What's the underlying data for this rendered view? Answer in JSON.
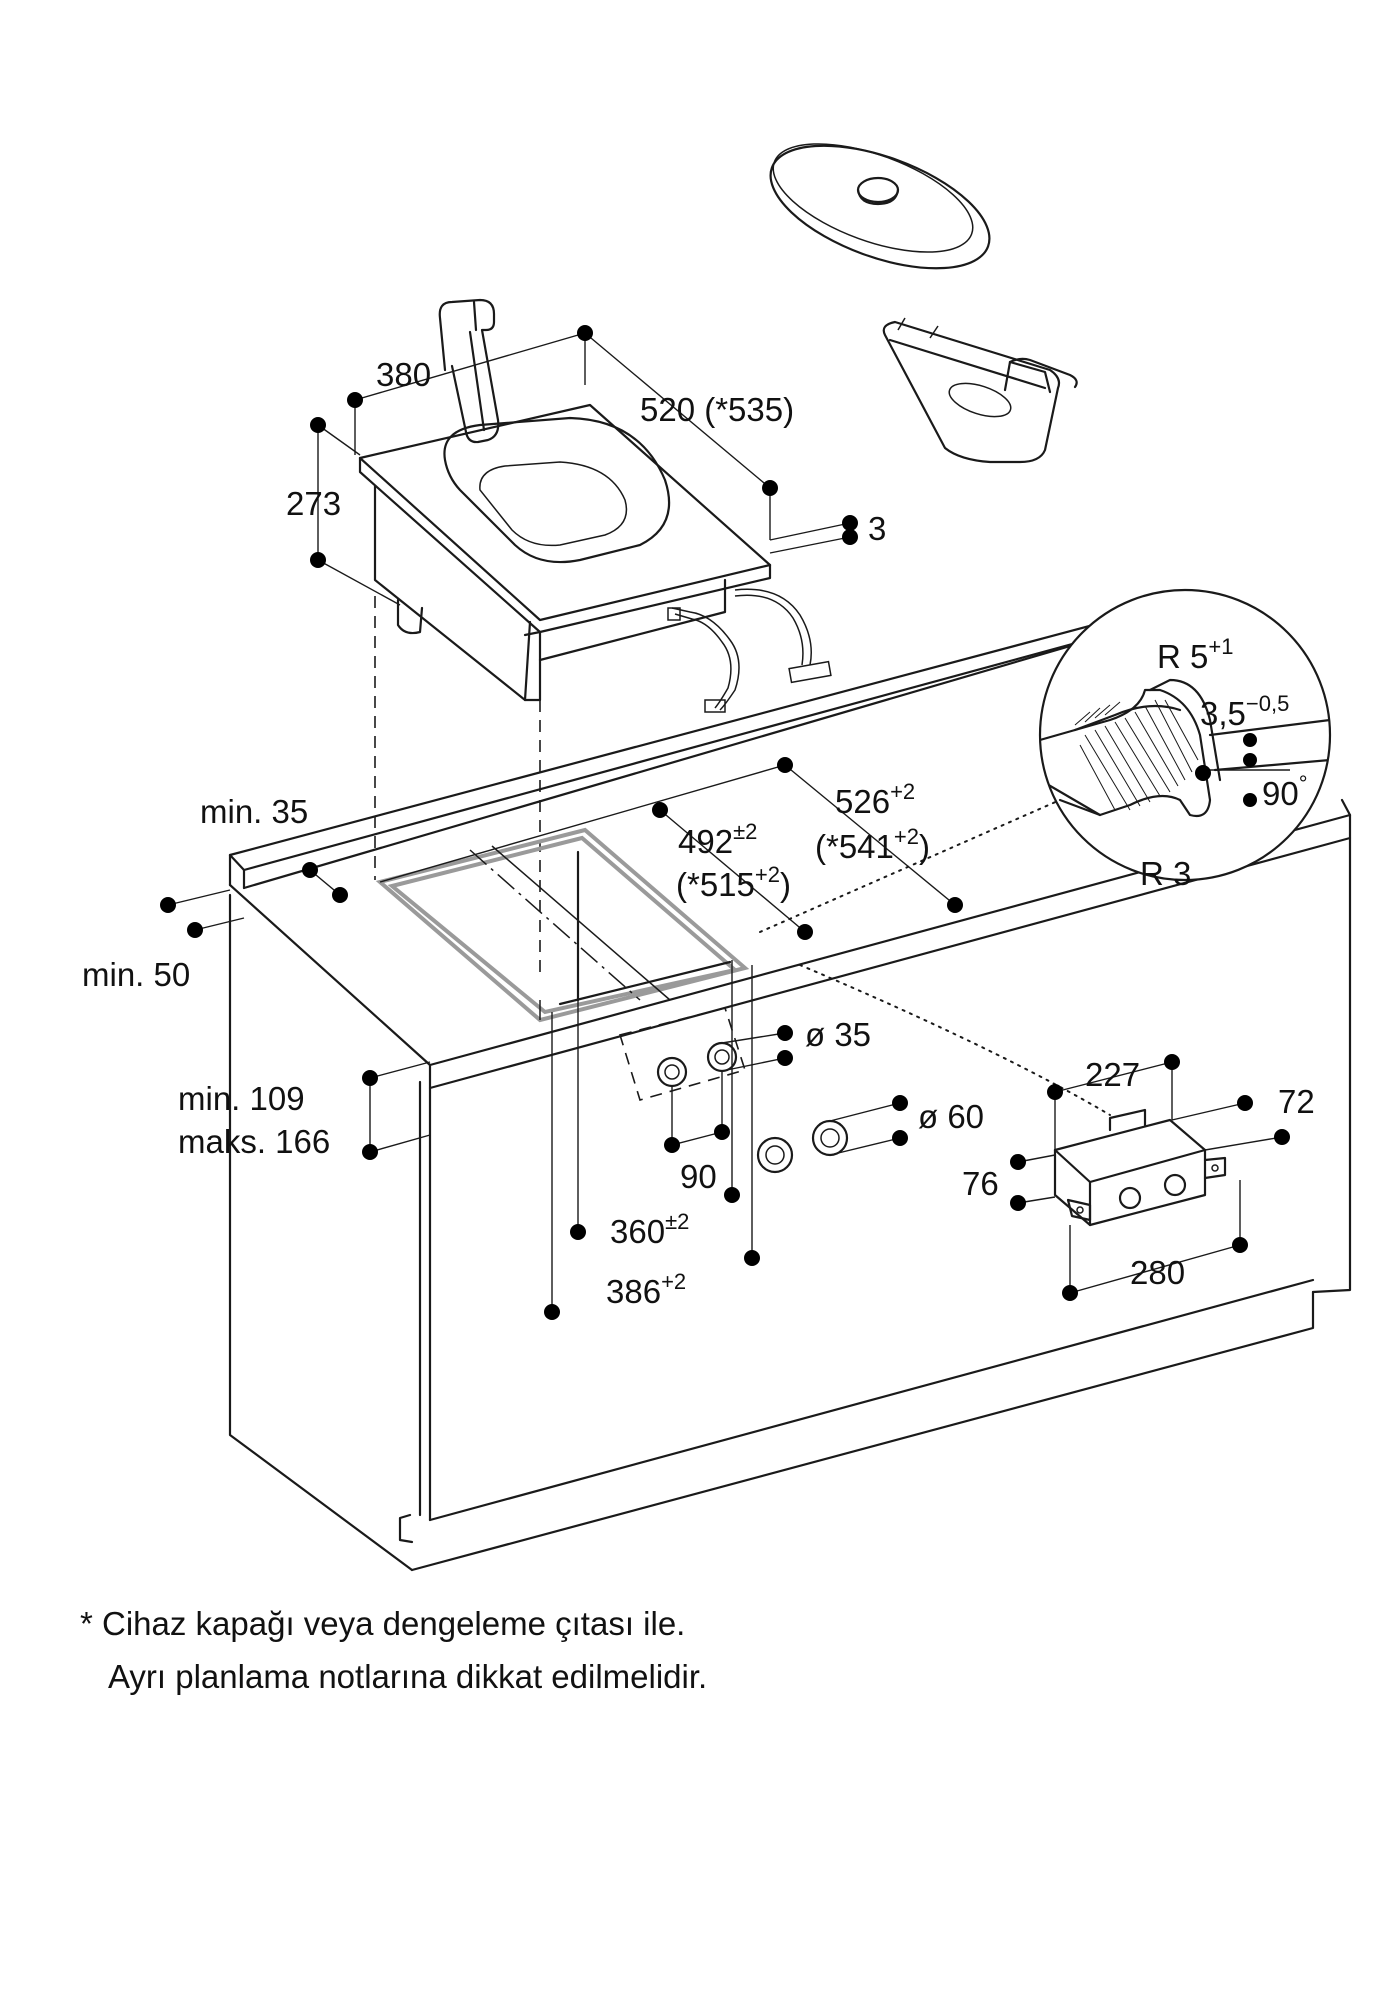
{
  "dimensions": {
    "d380": "380",
    "d520": "520 (*535)",
    "d273": "273",
    "d3": "3",
    "min35": "min. 35",
    "min50": "min. 50",
    "d526": {
      "base": "526",
      "sup": "+2"
    },
    "d541": {
      "pre": "(*541",
      "sup": "+2",
      "post": ")"
    },
    "d492": {
      "base": "492",
      "sup": "±2"
    },
    "d515": {
      "pre": "(*515",
      "sup": "+2",
      "post": ")"
    },
    "r5": {
      "base": "R 5",
      "sup": "+1"
    },
    "d35tol": {
      "base": "3,5",
      "sup": "−0,5"
    },
    "ang90": "90",
    "deg": "°",
    "r3": "R 3",
    "dia35": "ø 35",
    "dia60": "ø 60",
    "min109": "min. 109",
    "maks166": "maks. 166",
    "d90": "90",
    "d360": {
      "base": "360",
      "sup": "±2"
    },
    "d386": {
      "base": "386",
      "sup": "+2"
    },
    "d227": "227",
    "d72": "72",
    "d76": "76",
    "d280": "280"
  },
  "footnote": {
    "line1": "* Cihaz kapağı veya dengeleme çıtası ile.",
    "line2": "Ayrı planlama notlarına dikkat edilmelidir."
  }
}
